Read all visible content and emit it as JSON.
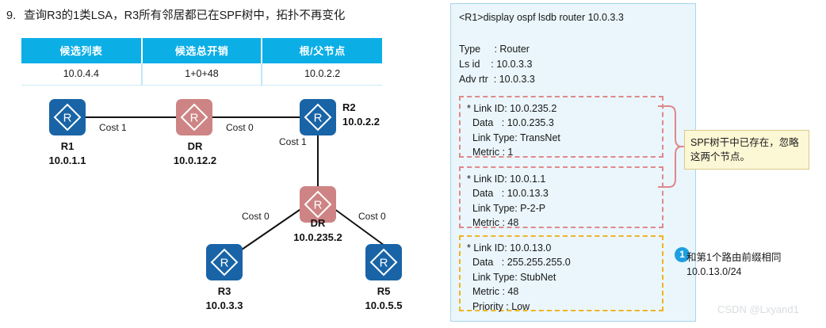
{
  "step": {
    "number": "9.",
    "text": "查询R3的1类LSA，R3所有邻居都已在SPF树中，拓扑不再变化"
  },
  "table": {
    "headers": [
      "候选列表",
      "候选总开销",
      "根/父节点"
    ],
    "rows": [
      [
        "10.0.4.4",
        "1+0+48",
        "10.0.2.2"
      ]
    ]
  },
  "topology": {
    "nodes": [
      {
        "id": "r1",
        "glyph": "R",
        "color": "#1964A6",
        "name": "R1",
        "ip": "10.0.1.1"
      },
      {
        "id": "dr1",
        "glyph": "R",
        "color": "#CE8484",
        "name": "DR",
        "ip": "10.0.12.2"
      },
      {
        "id": "r2",
        "glyph": "R",
        "color": "#1964A6",
        "name": "R2",
        "ip": "10.0.2.2"
      },
      {
        "id": "dr2",
        "glyph": "R",
        "color": "#CE8484",
        "name": "DR",
        "ip": "10.0.235.2"
      },
      {
        "id": "r3",
        "glyph": "R",
        "color": "#1964A6",
        "name": "R3",
        "ip": "10.0.3.3"
      },
      {
        "id": "r5",
        "glyph": "R",
        "color": "#1964A6",
        "name": "R5",
        "ip": "10.0.5.5"
      }
    ],
    "links": [
      {
        "from": "r1",
        "to": "dr1",
        "cost": "Cost 1"
      },
      {
        "from": "dr1",
        "to": "r2",
        "cost": "Cost 0"
      },
      {
        "from": "r2",
        "to": "dr2",
        "cost": "Cost 1"
      },
      {
        "from": "dr2",
        "to": "r3",
        "cost": "Cost 0"
      },
      {
        "from": "dr2",
        "to": "r5",
        "cost": "Cost 0"
      }
    ]
  },
  "cli": {
    "command": "<R1>display ospf lsdb router 10.0.3.3",
    "meta": [
      "Type     : Router",
      "Ls id    : 10.0.3.3",
      "Adv rtr  : 10.0.3.3"
    ],
    "lsa_entries": [
      {
        "border": "red",
        "lines": [
          "* Link ID: 10.0.235.2",
          "  Data   : 10.0.235.3",
          "  Link Type: TransNet",
          "  Metric : 1"
        ]
      },
      {
        "border": "red",
        "lines": [
          "* Link ID: 10.0.1.1",
          "  Data   : 10.0.13.3",
          "  Link Type: P-2-P",
          "  Metric : 48"
        ]
      },
      {
        "border": "yellow",
        "lines": [
          "* Link ID: 10.0.13.0",
          "  Data   : 255.255.255.0",
          "  Link Type: StubNet",
          "  Metric : 48",
          "  Priority : Low"
        ]
      }
    ]
  },
  "callouts": {
    "spf_note": "SPF树干中已存在，忽略这两个节点。",
    "prefix_badge": "1",
    "prefix_note": "和第1个路由前缀相同10.0.13.0/24"
  },
  "watermark": "CSDN @Lxyand1",
  "colors": {
    "table_header": "#0CAEE6",
    "router_blue": "#1964A6",
    "router_red": "#CE8484",
    "panel_bg": "#EAF6FB",
    "panel_border": "#A8D7EA",
    "dash_red": "#E0888C",
    "dash_yellow": "#F0B323",
    "note_bg": "#FCF7D4",
    "badge_blue": "#1E9FE0"
  }
}
